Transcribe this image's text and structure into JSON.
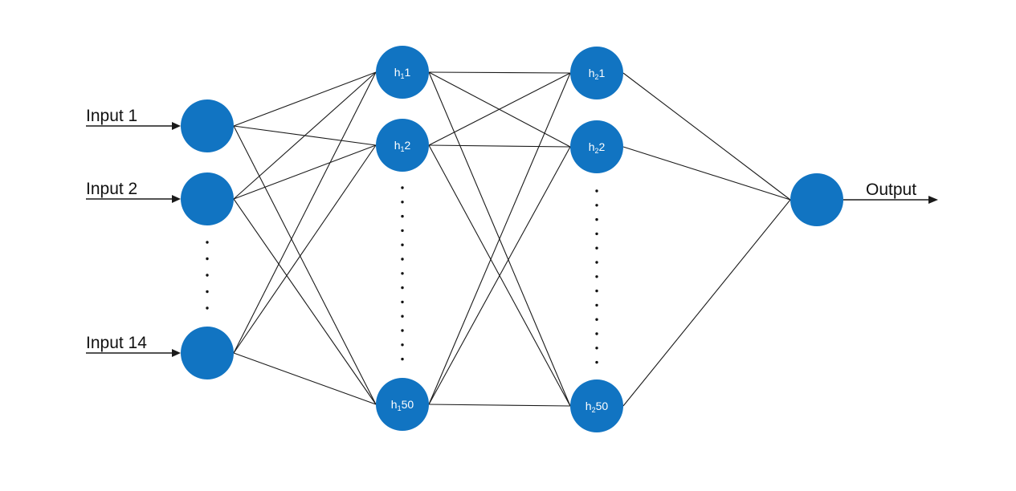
{
  "colors": {
    "node": "#1174c2",
    "line": "#1a1a1a",
    "text": "#111111",
    "node_text": "#ffffff"
  },
  "inputs": [
    {
      "id": "in1",
      "label": "Input 1"
    },
    {
      "id": "in2",
      "label": "Input 2"
    },
    {
      "id": "in14",
      "label": "Input 14"
    }
  ],
  "hidden1": [
    {
      "id": "h1_1",
      "base": "h",
      "sub": "1",
      "index": "1"
    },
    {
      "id": "h1_2",
      "base": "h",
      "sub": "1",
      "index": "2"
    },
    {
      "id": "h1_50",
      "base": "h",
      "sub": "1",
      "index": "50"
    }
  ],
  "hidden2": [
    {
      "id": "h2_1",
      "base": "h",
      "sub": "2",
      "index": "1"
    },
    {
      "id": "h2_2",
      "base": "h",
      "sub": "2",
      "index": "2"
    },
    {
      "id": "h2_50",
      "base": "h",
      "sub": "2",
      "index": "50"
    }
  ],
  "output": {
    "id": "out",
    "label": "Output"
  }
}
